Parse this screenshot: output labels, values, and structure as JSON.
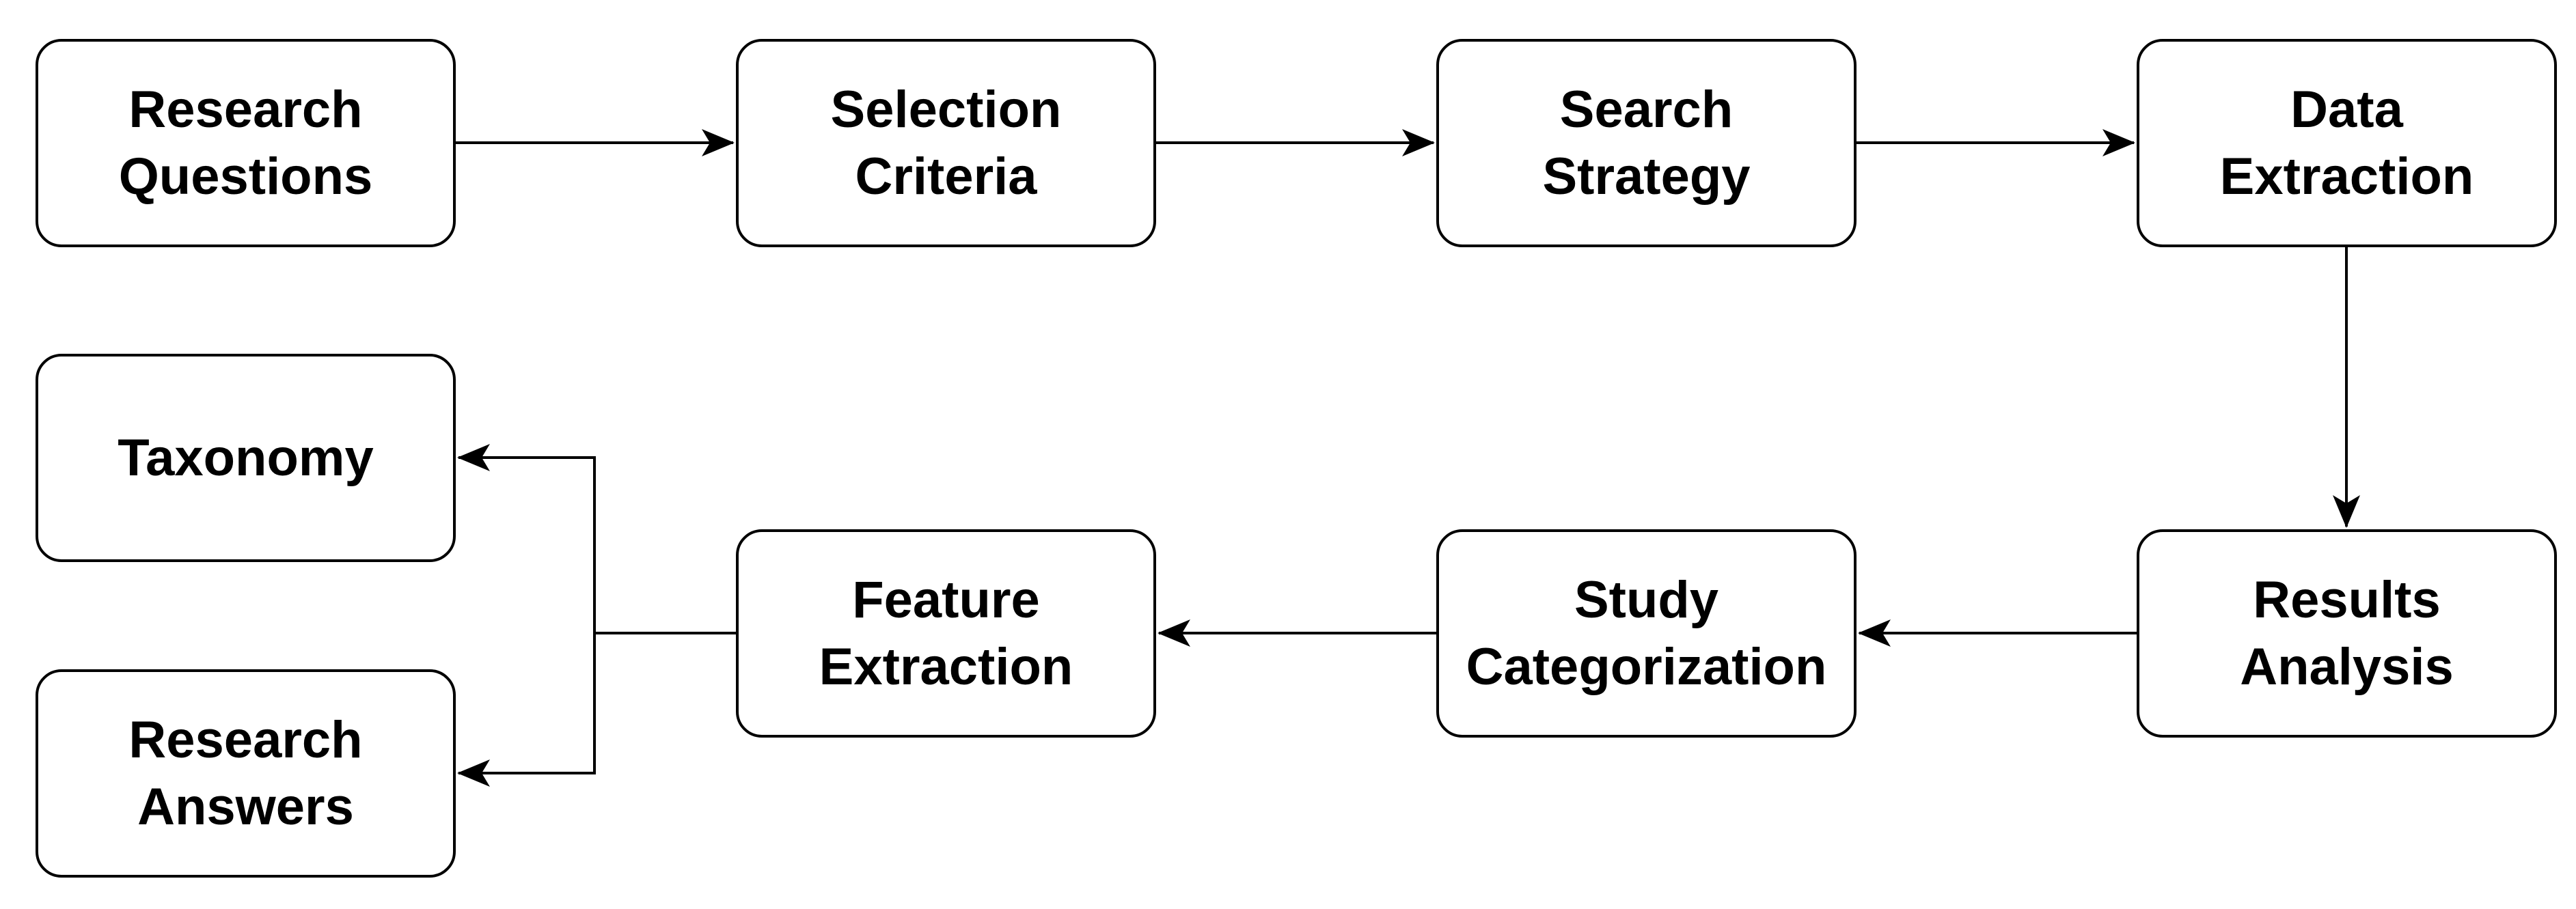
{
  "diagram": {
    "nodes": {
      "research_questions": {
        "line1": "Research",
        "line2": "Questions"
      },
      "selection_criteria": {
        "line1": "Selection",
        "line2": "Criteria"
      },
      "search_strategy": {
        "line1": "Search",
        "line2": "Strategy"
      },
      "data_extraction": {
        "line1": "Data",
        "line2": "Extraction"
      },
      "results_analysis": {
        "line1": "Results",
        "line2": "Analysis"
      },
      "study_categorization": {
        "line1": "Study",
        "line2": "Categorization"
      },
      "feature_extraction": {
        "line1": "Feature",
        "line2": "Extraction"
      },
      "taxonomy": {
        "line1": "Taxonomy"
      },
      "research_answers": {
        "line1": "Research",
        "line2": "Answers"
      }
    },
    "edges": [
      {
        "from": "research_questions",
        "to": "selection_criteria"
      },
      {
        "from": "selection_criteria",
        "to": "search_strategy"
      },
      {
        "from": "search_strategy",
        "to": "data_extraction"
      },
      {
        "from": "data_extraction",
        "to": "results_analysis"
      },
      {
        "from": "results_analysis",
        "to": "study_categorization"
      },
      {
        "from": "study_categorization",
        "to": "feature_extraction"
      },
      {
        "from": "feature_extraction",
        "to": "taxonomy"
      },
      {
        "from": "feature_extraction",
        "to": "research_answers"
      }
    ],
    "colors": {
      "stroke": "#000000",
      "fill": "#ffffff",
      "text": "#000000"
    }
  }
}
